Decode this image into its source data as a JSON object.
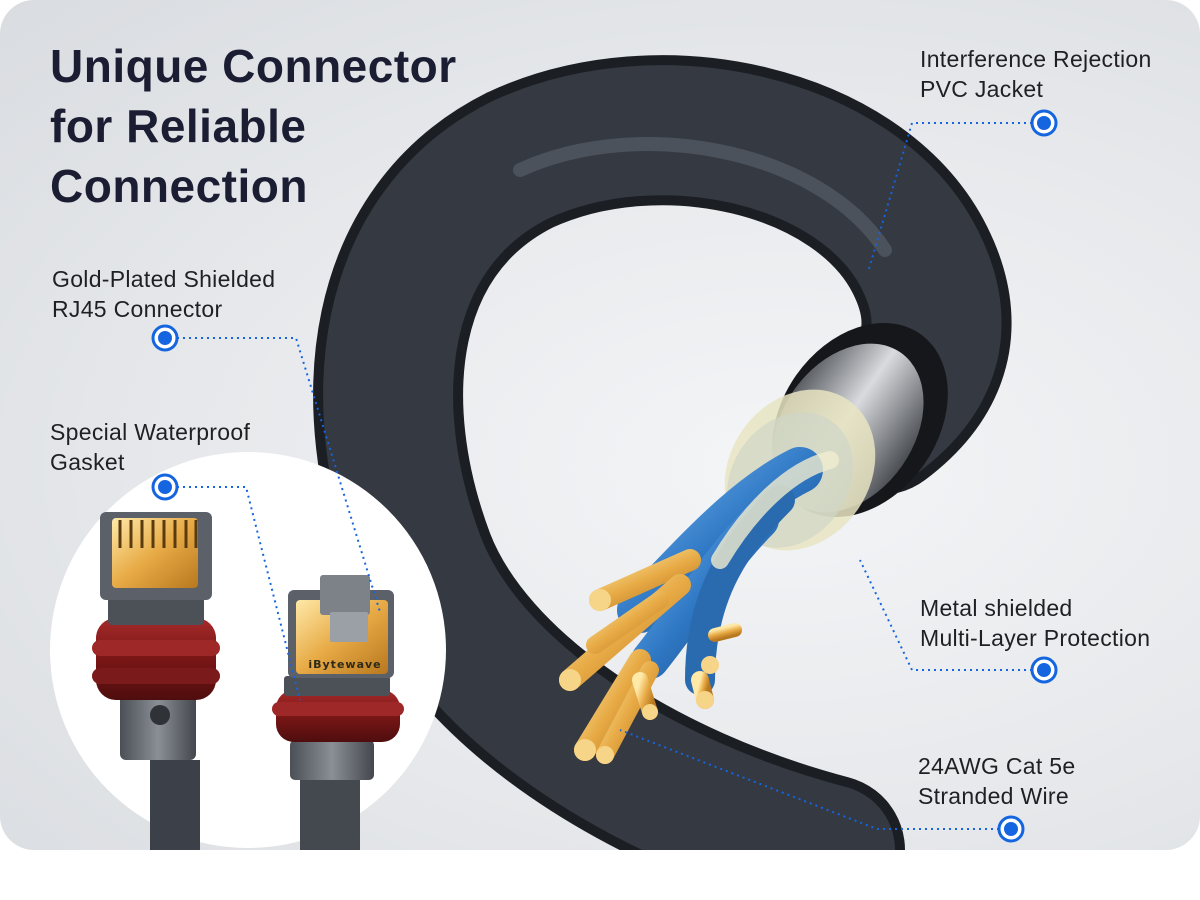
{
  "headline": {
    "lines": [
      "Unique  Connector",
      "for Reliable",
      "Connection"
    ]
  },
  "callouts": {
    "jacket": {
      "lines": [
        "Interference Rejection",
        "PVC Jacket"
      ]
    },
    "connector": {
      "lines": [
        "Gold-Plated Shielded",
        "RJ45 Connector"
      ]
    },
    "gasket": {
      "lines": [
        "Special Waterproof",
        "Gasket"
      ]
    },
    "shield": {
      "lines": [
        "Metal shielded",
        "Multi-Layer Protection"
      ]
    },
    "wire": {
      "lines": [
        "24AWG Cat 5e",
        "Stranded Wire"
      ]
    }
  },
  "brand": "iBytewave",
  "colors": {
    "accent": "#1565e0",
    "headline": "#1b1d33",
    "cable": "#2b2f36",
    "gasket": "#8b1d1d",
    "gold": "#e3ad46",
    "pair_blue": "#2f78c4"
  },
  "icons": [
    "callout-marker-icon"
  ]
}
